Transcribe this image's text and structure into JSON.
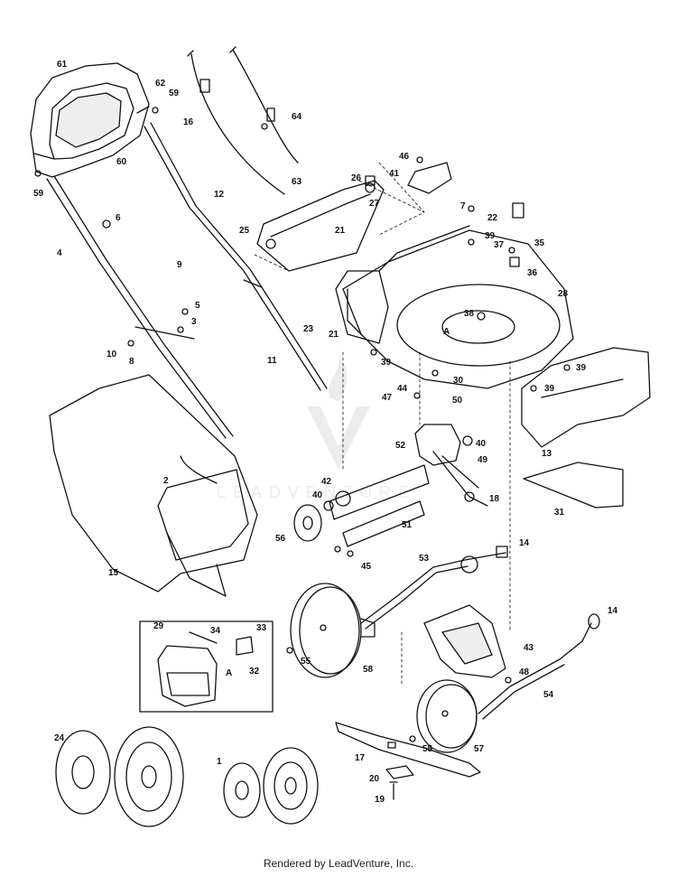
{
  "footer": "Rendered by LeadVenture, Inc.",
  "watermark": "LEADVENTURE",
  "labels": [
    {
      "key": "l61",
      "text": "61"
    },
    {
      "key": "l62",
      "text": "62"
    },
    {
      "key": "l59a",
      "text": "59"
    },
    {
      "key": "l16",
      "text": "16"
    },
    {
      "key": "l60",
      "text": "60"
    },
    {
      "key": "l59b",
      "text": "59"
    },
    {
      "key": "l12",
      "text": "12"
    },
    {
      "key": "l6",
      "text": "6"
    },
    {
      "key": "l4",
      "text": "4"
    },
    {
      "key": "l9",
      "text": "9"
    },
    {
      "key": "l5",
      "text": "5"
    },
    {
      "key": "l3",
      "text": "3"
    },
    {
      "key": "l10",
      "text": "10"
    },
    {
      "key": "l8",
      "text": "8"
    },
    {
      "key": "l11",
      "text": "11"
    },
    {
      "key": "l64",
      "text": "64"
    },
    {
      "key": "l63",
      "text": "63"
    },
    {
      "key": "l26",
      "text": "26"
    },
    {
      "key": "l27",
      "text": "27"
    },
    {
      "key": "l25",
      "text": "25"
    },
    {
      "key": "l21a",
      "text": "21"
    },
    {
      "key": "l46",
      "text": "46"
    },
    {
      "key": "l41",
      "text": "41"
    },
    {
      "key": "l7",
      "text": "7"
    },
    {
      "key": "l22",
      "text": "22"
    },
    {
      "key": "l39a",
      "text": "39"
    },
    {
      "key": "l35",
      "text": "35"
    },
    {
      "key": "l37",
      "text": "37"
    },
    {
      "key": "l36",
      "text": "36"
    },
    {
      "key": "l28",
      "text": "28"
    },
    {
      "key": "l23",
      "text": "23"
    },
    {
      "key": "l21b",
      "text": "21"
    },
    {
      "key": "l38",
      "text": "38"
    },
    {
      "key": "lA1",
      "text": "A"
    },
    {
      "key": "l39b",
      "text": "39"
    },
    {
      "key": "l30",
      "text": "30"
    },
    {
      "key": "l39c",
      "text": "39"
    },
    {
      "key": "l39d",
      "text": "39"
    },
    {
      "key": "l13",
      "text": "13"
    },
    {
      "key": "l44",
      "text": "44"
    },
    {
      "key": "l47",
      "text": "47"
    },
    {
      "key": "l50",
      "text": "50"
    },
    {
      "key": "l40a",
      "text": "40"
    },
    {
      "key": "l52",
      "text": "52"
    },
    {
      "key": "l49",
      "text": "49"
    },
    {
      "key": "l2",
      "text": "2"
    },
    {
      "key": "l42",
      "text": "42"
    },
    {
      "key": "l40b",
      "text": "40"
    },
    {
      "key": "l18",
      "text": "18"
    },
    {
      "key": "l31",
      "text": "31"
    },
    {
      "key": "l51",
      "text": "51"
    },
    {
      "key": "l56",
      "text": "56"
    },
    {
      "key": "l45",
      "text": "45"
    },
    {
      "key": "l15",
      "text": "15"
    },
    {
      "key": "l14a",
      "text": "14"
    },
    {
      "key": "l53",
      "text": "53"
    },
    {
      "key": "l29",
      "text": "29"
    },
    {
      "key": "l34",
      "text": "34"
    },
    {
      "key": "l33",
      "text": "33"
    },
    {
      "key": "lA2",
      "text": "A"
    },
    {
      "key": "l32",
      "text": "32"
    },
    {
      "key": "l55a",
      "text": "55"
    },
    {
      "key": "l58",
      "text": "58"
    },
    {
      "key": "l14b",
      "text": "14"
    },
    {
      "key": "l43",
      "text": "43"
    },
    {
      "key": "l48",
      "text": "48"
    },
    {
      "key": "l54",
      "text": "54"
    },
    {
      "key": "l24",
      "text": "24"
    },
    {
      "key": "l1",
      "text": "1"
    },
    {
      "key": "l17",
      "text": "17"
    },
    {
      "key": "l55b",
      "text": "55"
    },
    {
      "key": "l57",
      "text": "57"
    },
    {
      "key": "l20",
      "text": "20"
    },
    {
      "key": "l19",
      "text": "19"
    }
  ]
}
